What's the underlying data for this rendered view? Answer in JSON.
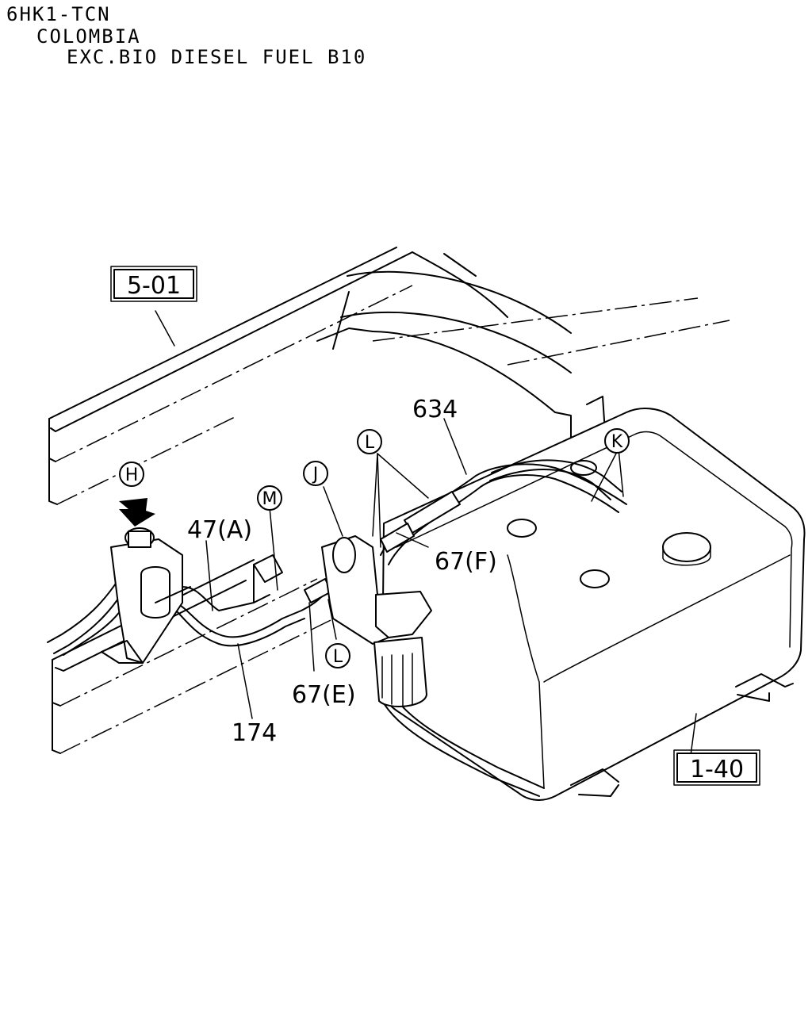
{
  "header": {
    "line1": "6HK1-TCN",
    "line2": "COLOMBIA",
    "line3": "EXC.BIO DIESEL FUEL B10"
  },
  "ref_boxes": {
    "frame": "5-01",
    "fuel_tank": "1-40"
  },
  "part_labels": {
    "p634": "634",
    "p47a": "47(A)",
    "p67f": "67(F)",
    "p67e": "67(E)",
    "p174": "174"
  },
  "view_markers": {
    "h": "H",
    "j": "J",
    "k": "K",
    "l_top": "L",
    "l_bottom": "L",
    "m": "M"
  }
}
